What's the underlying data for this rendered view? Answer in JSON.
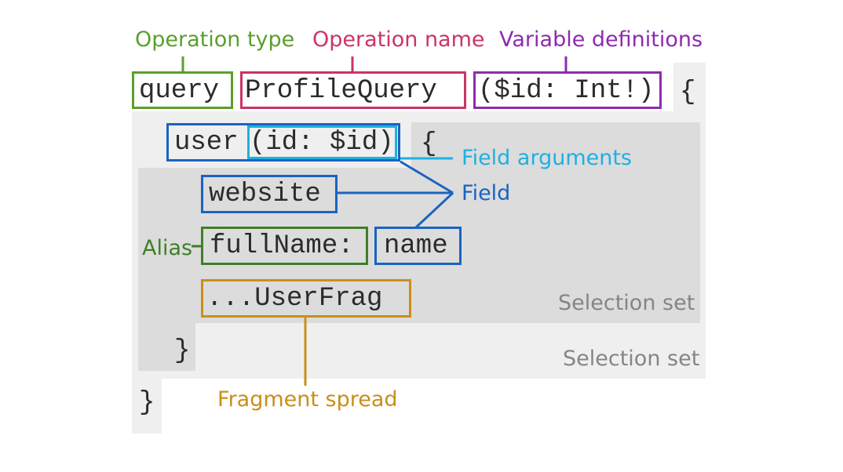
{
  "code": {
    "keyword": "query",
    "operation_name": "ProfileQuery",
    "variables": "($id: Int!)",
    "open_brace_1": "{",
    "field_user": "user",
    "field_args": "(id: $id)",
    "open_brace_2": "{",
    "field_website": "website",
    "alias": "fullName:",
    "field_name": "name",
    "spread": "...UserFrag",
    "close_brace_2": "}",
    "close_brace_1": "}"
  },
  "labels": {
    "operation_type": "Operation type",
    "operation_name": "Operation name",
    "variable_definitions": "Variable definitions",
    "field_arguments": "Field arguments",
    "field": "Field",
    "alias": "Alias",
    "selection_set_inner": "Selection set",
    "selection_set_outer": "Selection set",
    "fragment_spread": "Fragment spread"
  },
  "colors": {
    "operation_type": "#5b9f2b",
    "operation_name": "#cc3366",
    "variable_definitions": "#8e2bb0",
    "field_arguments": "#20b0e0",
    "field": "#1a63c0",
    "alias": "#3f7f28",
    "fragment_spread": "#c98f1a",
    "selection_set": "#858585"
  }
}
